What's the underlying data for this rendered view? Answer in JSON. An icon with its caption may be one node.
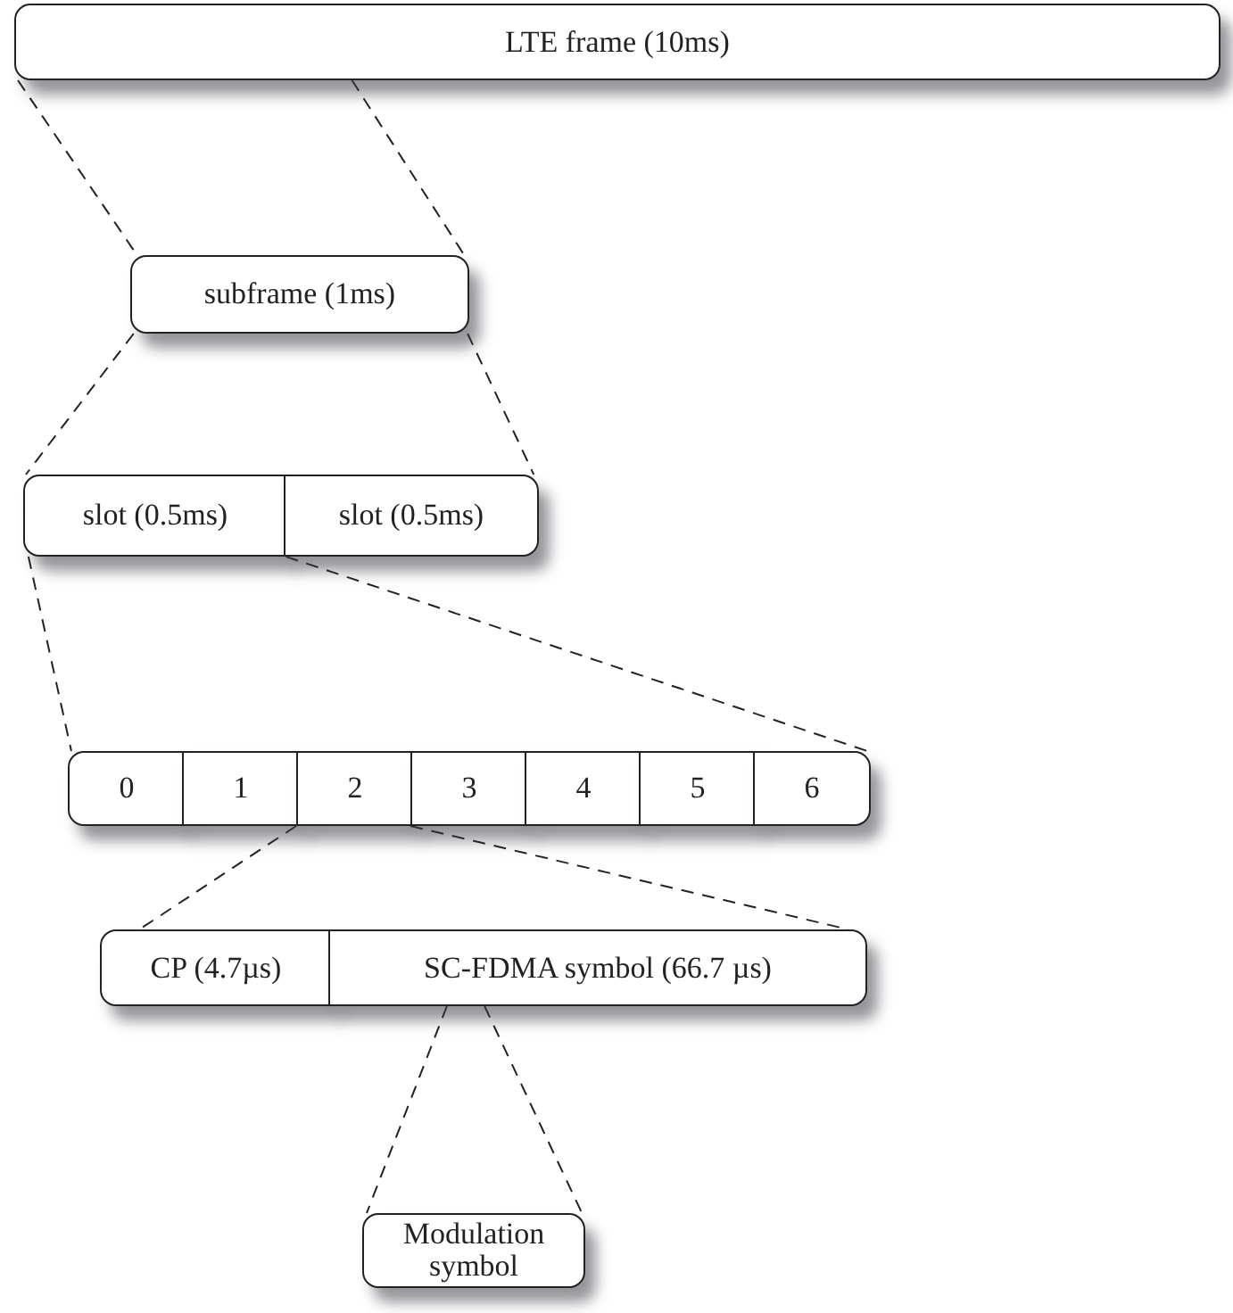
{
  "diagram": {
    "nodes": [
      {
        "text": [
          "LTE frame (10ms)"
        ]
      },
      {
        "text": [
          "subframe (1ms)"
        ]
      },
      {
        "text": [
          "slot (0.5ms)"
        ]
      },
      {
        "text": [
          "slot (0.5ms)"
        ]
      },
      {
        "text": [
          "0"
        ]
      },
      {
        "text": [
          "1"
        ]
      },
      {
        "text": [
          "2"
        ]
      },
      {
        "text": [
          "3"
        ]
      },
      {
        "text": [
          "4"
        ]
      },
      {
        "text": [
          "5"
        ]
      },
      {
        "text": [
          "6"
        ]
      },
      {
        "text": [
          "CP (4.7µs)"
        ]
      },
      {
        "text": [
          "SC-FDMA symbol (66.7 µs)"
        ]
      },
      {
        "text": [
          "Modulation symbol"
        ]
      }
    ],
    "edges": [
      {
        "from": 0,
        "to": 1,
        "arrow": "none",
        "style": "dashed"
      },
      {
        "from": 0,
        "to": 1,
        "arrow": "none",
        "style": "dashed"
      },
      {
        "from": 1,
        "to": 2,
        "arrow": "none",
        "style": "dashed"
      },
      {
        "from": 1,
        "to": 3,
        "arrow": "none",
        "style": "dashed"
      },
      {
        "from": 2,
        "to": 4,
        "arrow": "none",
        "style": "dashed"
      },
      {
        "from": 2,
        "to": 10,
        "arrow": "none",
        "style": "dashed"
      },
      {
        "from": 6,
        "to": 11,
        "arrow": "none",
        "style": "dashed"
      },
      {
        "from": 6,
        "to": 12,
        "arrow": "none",
        "style": "dashed"
      },
      {
        "from": 12,
        "to": 13,
        "arrow": "none",
        "style": "dashed"
      },
      {
        "from": 12,
        "to": 13,
        "arrow": "none",
        "style": "dashed"
      }
    ]
  }
}
